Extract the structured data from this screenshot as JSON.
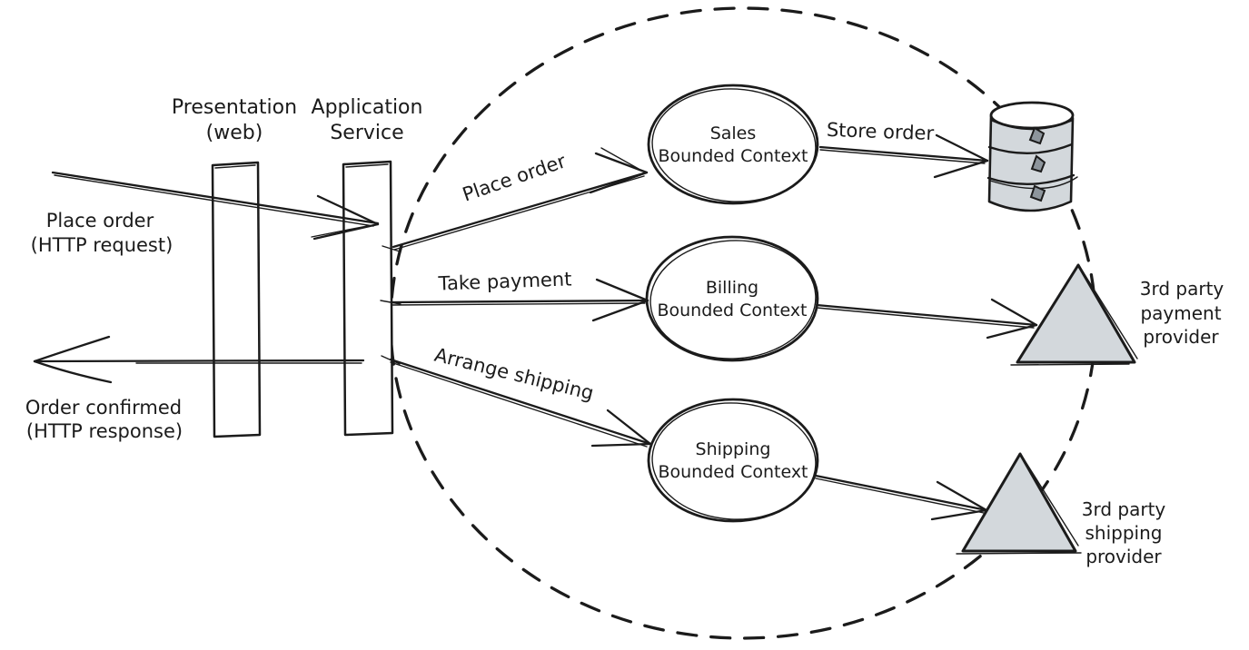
{
  "colors": {
    "ink": "#1b1b1b",
    "shape_fill": "#d3d8dc",
    "db_blob_fill": "#8d959c",
    "background": "#ffffff"
  },
  "lifelines": {
    "presentation": {
      "line1": "Presentation",
      "line2": "(web)"
    },
    "application": {
      "line1": "Application",
      "line2": "Service"
    }
  },
  "messages": {
    "request": {
      "line1": "Place order",
      "line2": "(HTTP request)"
    },
    "response": {
      "line1": "Order confirmed",
      "line2": "(HTTP response)"
    }
  },
  "commands": {
    "place_order": "Place order",
    "take_payment": "Take payment",
    "arrange_shipping": "Arrange shipping",
    "store_order": "Store order"
  },
  "bounded_contexts": {
    "sales": {
      "line1": "Sales",
      "line2": "Bounded Context"
    },
    "billing": {
      "line1": "Billing",
      "line2": "Bounded Context"
    },
    "shipping": {
      "line1": "Shipping",
      "line2": "Bounded Context"
    }
  },
  "external_providers": {
    "payment": {
      "line1": "3rd party",
      "line2": "payment",
      "line3": "provider"
    },
    "shipping": {
      "line1": "3rd party",
      "line2": "shipping",
      "line3": "provider"
    }
  }
}
